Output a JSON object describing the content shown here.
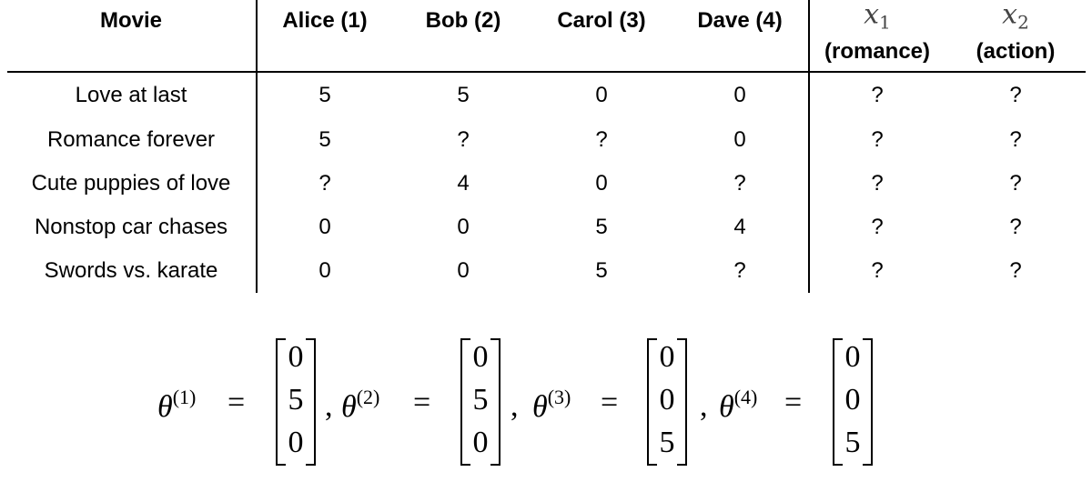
{
  "table": {
    "columns": [
      "Movie",
      "Alice (1)",
      "Bob (2)",
      "Carol (3)",
      "Dave (4)"
    ],
    "features": [
      {
        "symbol": "x",
        "index": "1",
        "label": "(romance)"
      },
      {
        "symbol": "x",
        "index": "2",
        "label": "(action)"
      }
    ],
    "rows": [
      {
        "movie": "Love at last",
        "ratings": [
          "5",
          "5",
          "0",
          "0"
        ],
        "features": [
          "?",
          "?"
        ]
      },
      {
        "movie": "Romance forever",
        "ratings": [
          "5",
          "?",
          "?",
          "0"
        ],
        "features": [
          "?",
          "?"
        ]
      },
      {
        "movie": "Cute puppies of love",
        "ratings": [
          "?",
          "4",
          "0",
          "?"
        ],
        "features": [
          "?",
          "?"
        ]
      },
      {
        "movie": "Nonstop car chases",
        "ratings": [
          "0",
          "0",
          "5",
          "4"
        ],
        "features": [
          "?",
          "?"
        ]
      },
      {
        "movie": "Swords vs. karate",
        "ratings": [
          "0",
          "0",
          "5",
          "?"
        ],
        "features": [
          "?",
          "?"
        ]
      }
    ]
  },
  "equation": {
    "symbol": "θ",
    "equals": "=",
    "separator": ",",
    "thetas": [
      {
        "sup": "(1)",
        "vector": [
          "0",
          "5",
          "0"
        ]
      },
      {
        "sup": "(2)",
        "vector": [
          "0",
          "5",
          "0"
        ]
      },
      {
        "sup": "(3)",
        "vector": [
          "0",
          "0",
          "5"
        ]
      },
      {
        "sup": "(4)",
        "vector": [
          "0",
          "0",
          "5"
        ]
      }
    ]
  }
}
